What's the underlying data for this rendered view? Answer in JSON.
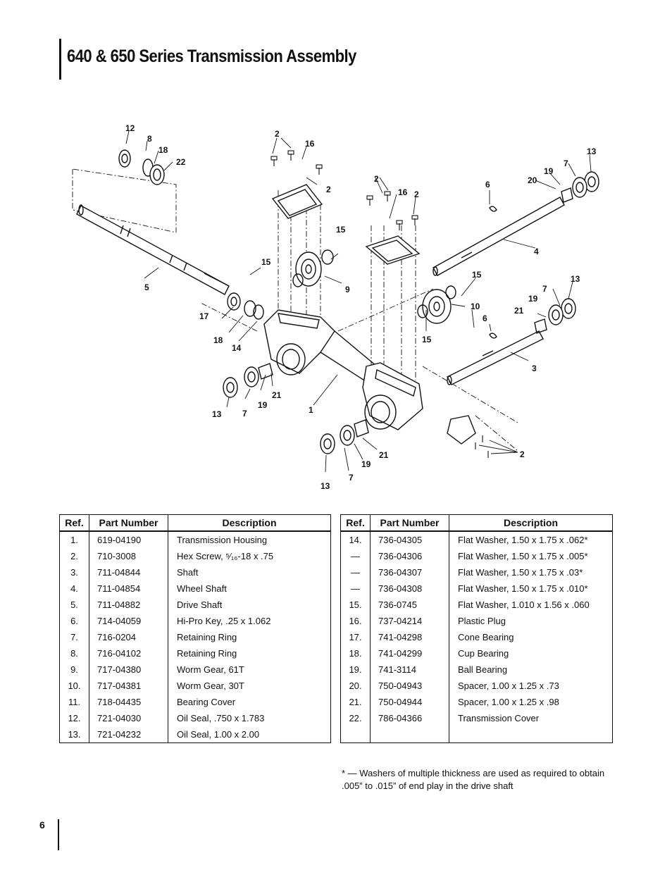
{
  "header": {
    "title": "640 & 650 Series Transmission Assembly"
  },
  "diagram": {
    "callouts": [
      "12",
      "8",
      "18",
      "22",
      "2",
      "16",
      "2",
      "13",
      "7",
      "19",
      "20",
      "6",
      "2",
      "16",
      "2",
      "15",
      "15",
      "9",
      "4",
      "5",
      "15",
      "10",
      "13",
      "7",
      "19",
      "21",
      "6",
      "17",
      "18",
      "14",
      "3",
      "15",
      "1",
      "21",
      "19",
      "7",
      "13",
      "2",
      "21",
      "19",
      "7",
      "13"
    ]
  },
  "columns": {
    "ref": "Ref.",
    "part_number": "Part Number",
    "description": "Description"
  },
  "table_left": [
    {
      "ref": "1.",
      "pn": "619-04190",
      "desc": "Transmission Housing"
    },
    {
      "ref": "2.",
      "pn": "710-3008",
      "desc": "Hex Screw, ⁵⁄₁₆-18 x .75"
    },
    {
      "ref": "3.",
      "pn": "711-04844",
      "desc": "Shaft"
    },
    {
      "ref": "4.",
      "pn": "711-04854",
      "desc": "Wheel Shaft"
    },
    {
      "ref": "5.",
      "pn": "711-04882",
      "desc": "Drive Shaft"
    },
    {
      "ref": "6.",
      "pn": "714-04059",
      "desc": "Hi-Pro Key, .25 x 1.062"
    },
    {
      "ref": "7.",
      "pn": "716-0204",
      "desc": "Retaining Ring"
    },
    {
      "ref": "8.",
      "pn": "716-04102",
      "desc": "Retaining Ring"
    },
    {
      "ref": "9.",
      "pn": "717-04380",
      "desc": "Worm Gear, 61T"
    },
    {
      "ref": "10.",
      "pn": "717-04381",
      "desc": "Worm Gear, 30T"
    },
    {
      "ref": "11.",
      "pn": "718-04435",
      "desc": "Bearing Cover"
    },
    {
      "ref": "12.",
      "pn": "721-04030",
      "desc": "Oil Seal, .750 x 1.783"
    },
    {
      "ref": "13.",
      "pn": "721-04232",
      "desc": "Oil Seal, 1.00 x 2.00"
    }
  ],
  "table_right": [
    {
      "ref": "14.",
      "pn": "736-04305",
      "desc": "Flat Washer, 1.50 x 1.75 x .062*"
    },
    {
      "ref": "—",
      "pn": "736-04306",
      "desc": "Flat Washer, 1.50 x 1.75 x .005*"
    },
    {
      "ref": "—",
      "pn": "736-04307",
      "desc": "Flat Washer, 1.50 x 1.75 x .03*"
    },
    {
      "ref": "—",
      "pn": "736-04308",
      "desc": "Flat Washer, 1.50 x 1.75 x .010*"
    },
    {
      "ref": "15.",
      "pn": "736-0745",
      "desc": "Flat Washer, 1.010 x 1.56 x .060"
    },
    {
      "ref": "16.",
      "pn": "737-04214",
      "desc": "Plastic Plug"
    },
    {
      "ref": "17.",
      "pn": "741-04298",
      "desc": "Cone Bearing"
    },
    {
      "ref": "18.",
      "pn": "741-04299",
      "desc": "Cup Bearing"
    },
    {
      "ref": "19.",
      "pn": "741-3114",
      "desc": "Ball Bearing"
    },
    {
      "ref": "20.",
      "pn": "750-04943",
      "desc": "Spacer, 1.00 x 1.25 x .73"
    },
    {
      "ref": "21.",
      "pn": "750-04944",
      "desc": "Spacer, 1.00 x 1.25 x .98"
    },
    {
      "ref": "22.",
      "pn": "786-04366",
      "desc": "Transmission Cover"
    },
    {
      "ref": "",
      "pn": "",
      "desc": ""
    }
  ],
  "footnote": "* — Washers of multiple thickness are used as required to obtain .005” to .015” of end play in the drive shaft",
  "footer": {
    "page_number": "6"
  }
}
